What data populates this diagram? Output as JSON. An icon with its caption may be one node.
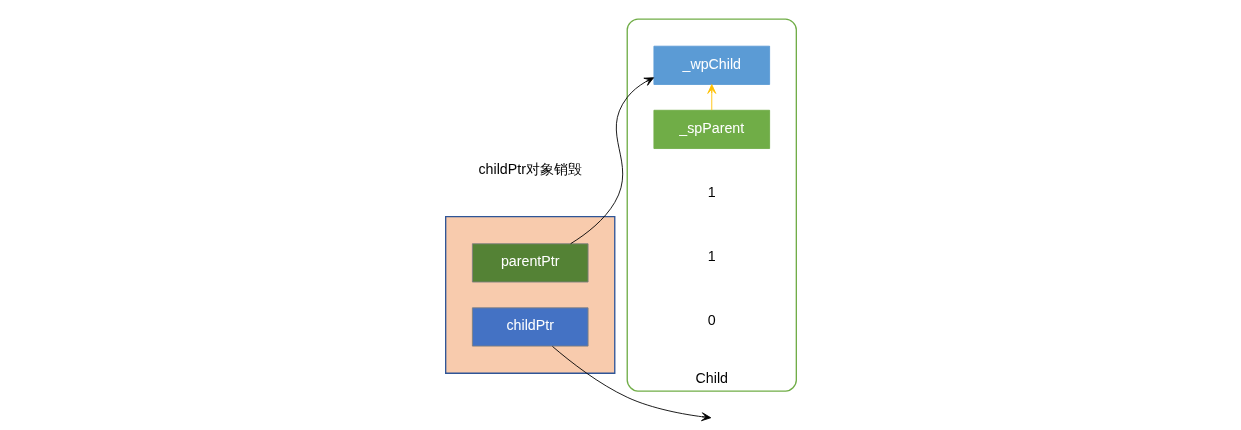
{
  "diagram": {
    "nodes": [
      {
        "text": [],
        "shape": "box"
      },
      {
        "text": [
          "parentPtr"
        ],
        "in": 0
      },
      {
        "text": [
          "childPtr"
        ],
        "in": 0
      },
      {
        "text": [
          "Child"
        ]
      },
      {
        "text": [
          "_wpChild"
        ],
        "in": 3
      },
      {
        "text": [
          "_spParent"
        ],
        "in": 3
      }
    ],
    "edges": [
      {
        "from": 1,
        "to": 4,
        "arrow": "to"
      },
      {
        "from": 2,
        "to": null,
        "arrow": "to"
      },
      {
        "from": 5,
        "to": 4,
        "arrow": "to",
        "color": "#ffc000"
      }
    ],
    "labels": [
      "1",
      "1",
      "0",
      "childPtr对象销毁"
    ]
  }
}
